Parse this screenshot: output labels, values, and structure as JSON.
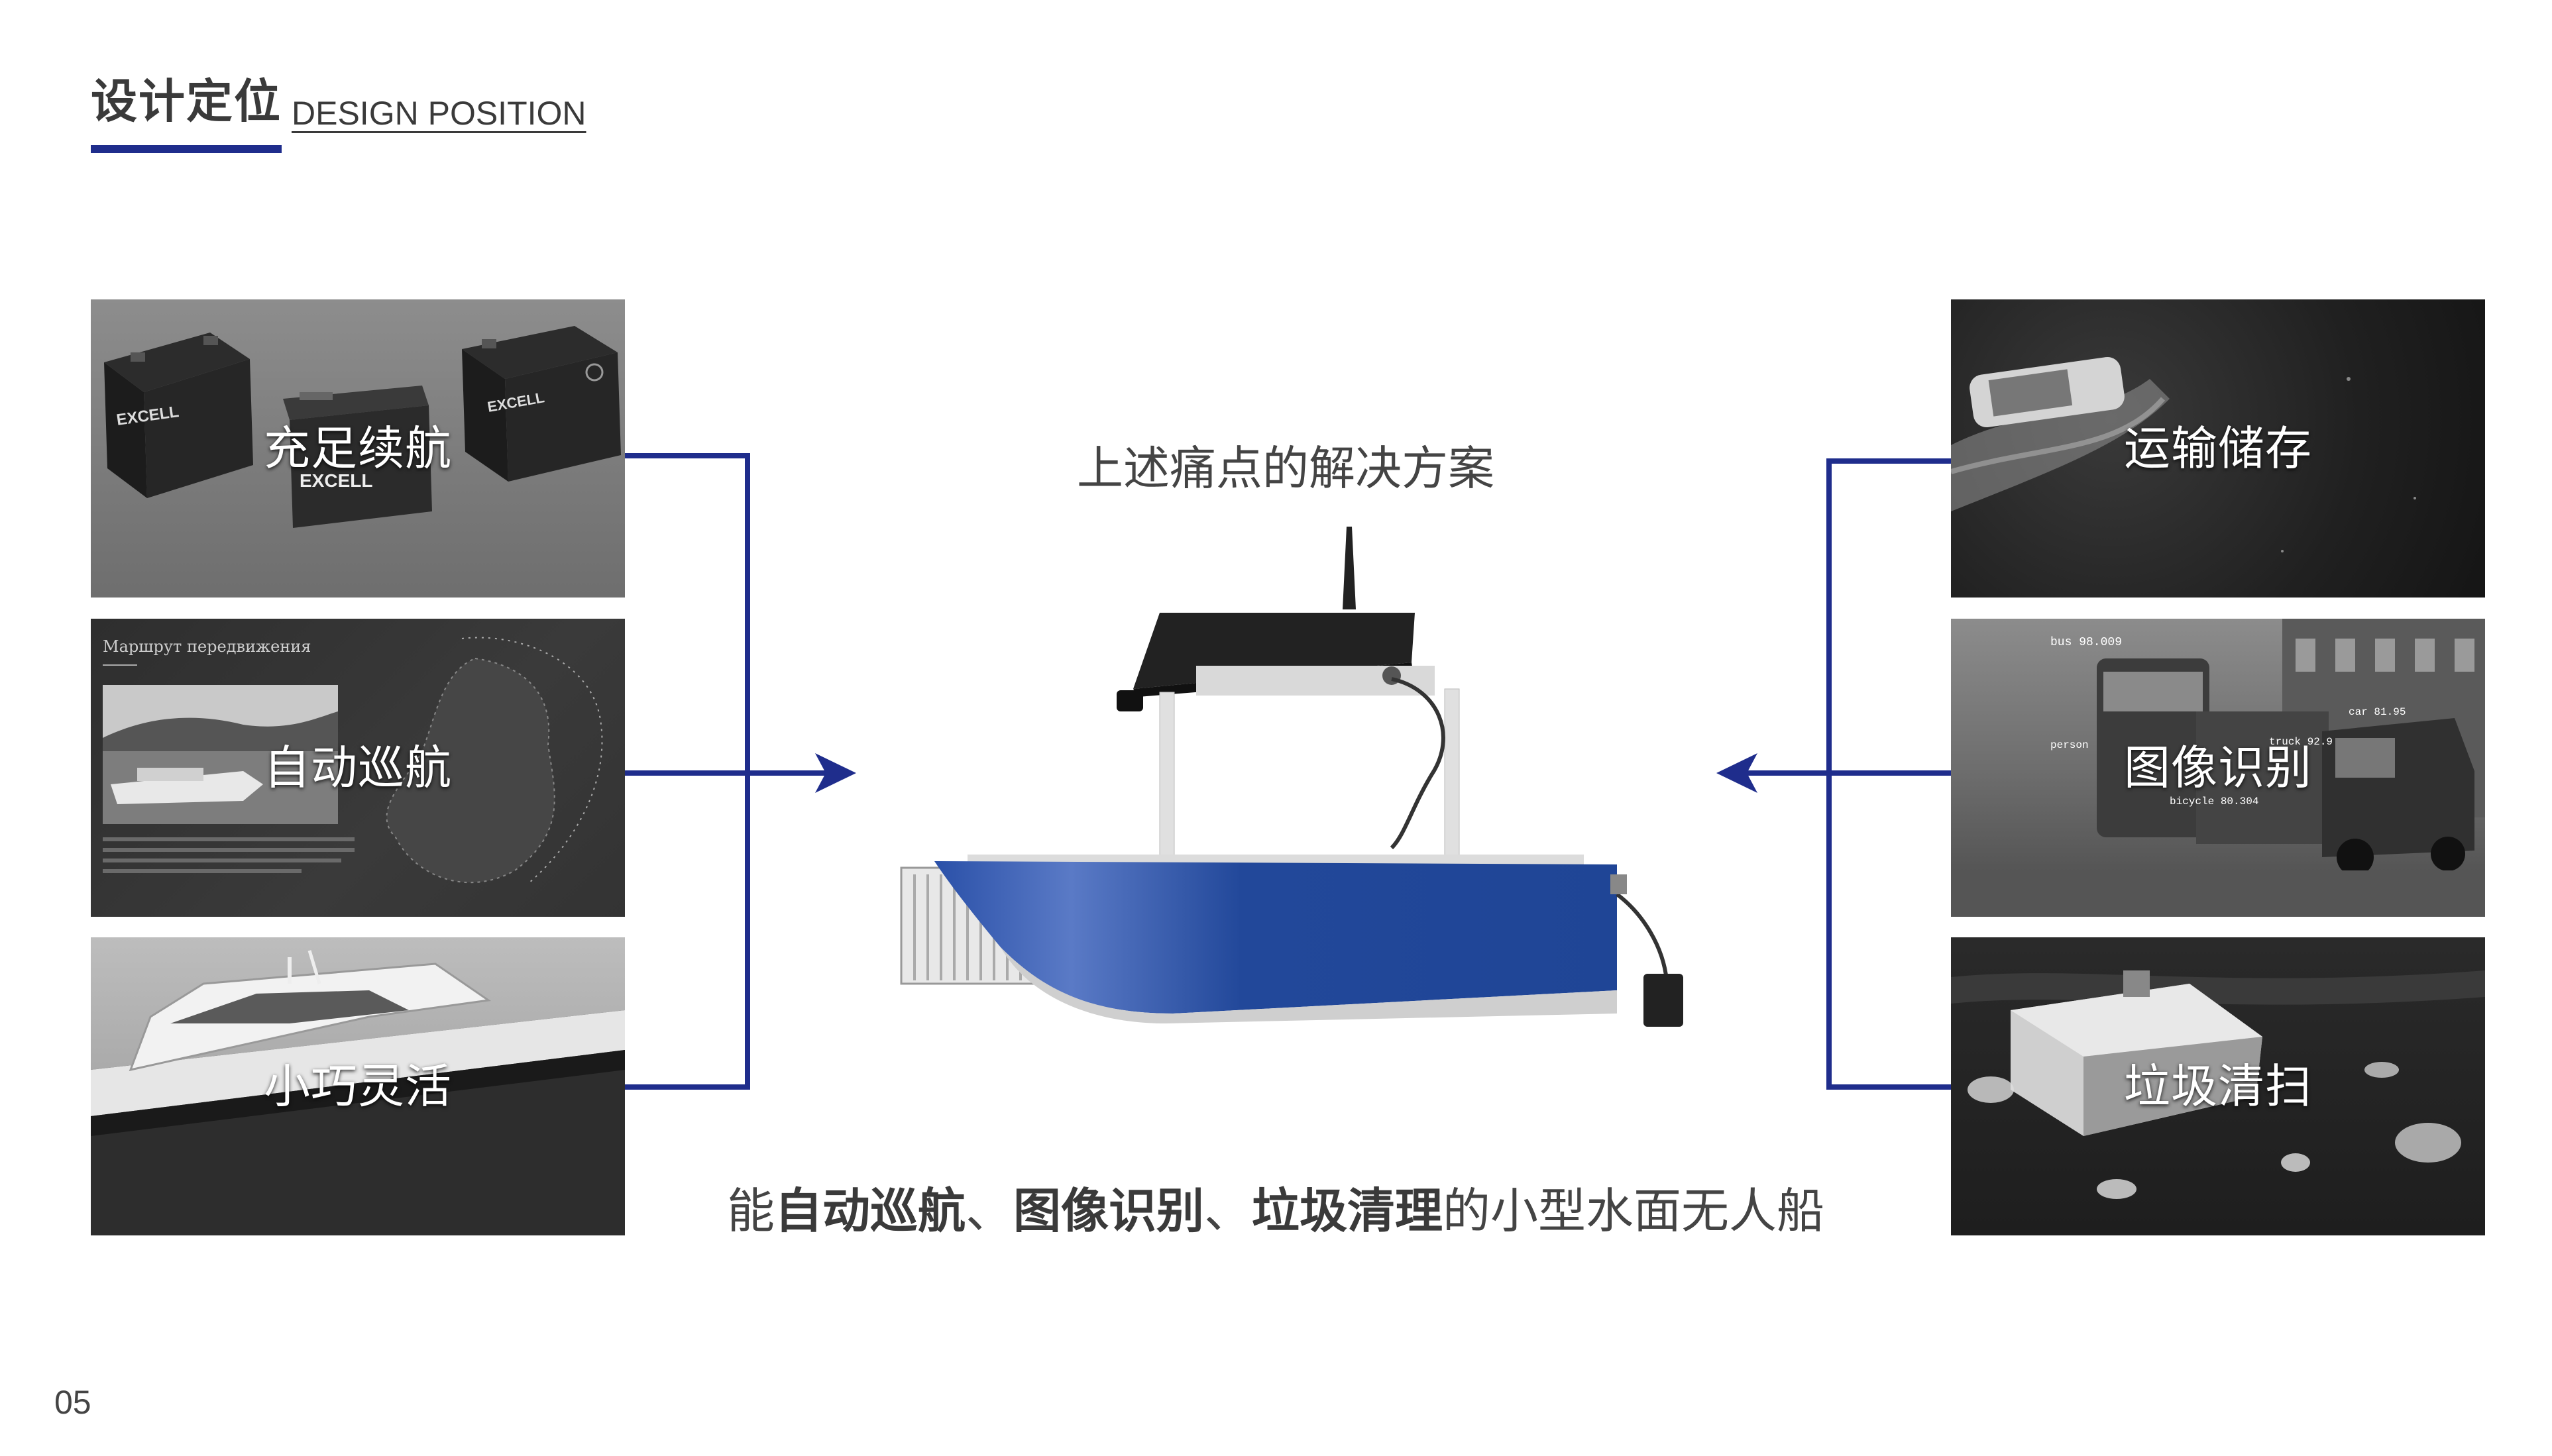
{
  "header": {
    "title_cn": "设计定位",
    "title_en": "DESIGN POSITION"
  },
  "left_panels": [
    {
      "label": "充足续航",
      "image": "batteries",
      "brand_text": "EXCELL"
    },
    {
      "label": "自动巡航",
      "image": "route-map",
      "map_title": "Маршрут передвижения"
    },
    {
      "label": "小巧灵活",
      "image": "motor-yacht"
    }
  ],
  "right_panels": [
    {
      "label": "运输储存",
      "image": "aerial-boat"
    },
    {
      "label": "图像识别",
      "image": "street-detection",
      "detections": [
        "bus 98.009",
        "truck 92.9",
        "car 81.95",
        "person",
        "bicycle 80.304"
      ]
    },
    {
      "label": "垃圾清扫",
      "image": "cleaning-drone"
    }
  ],
  "center": {
    "top_caption": "上述痛点的解决方案",
    "bottom_caption": {
      "p1": "能",
      "b1": "自动巡航",
      "s1": "、",
      "b2": "图像识别",
      "s2": "、",
      "b3": "垃圾清理",
      "p2": "的小型水面无人船"
    },
    "hull_color": "#22489a"
  },
  "colors": {
    "accent": "#1f2d8c",
    "text": "#3a3a3a"
  },
  "page_number": "05"
}
